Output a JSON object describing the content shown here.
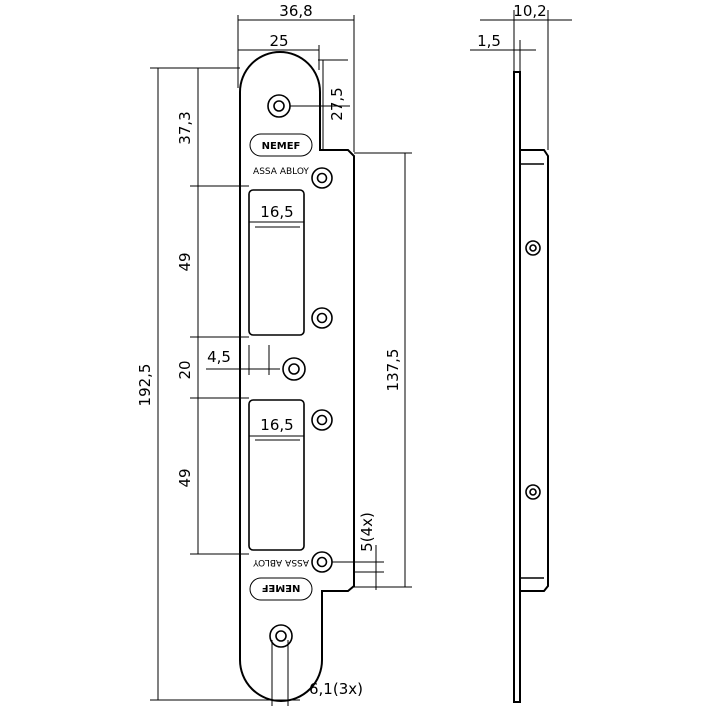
{
  "dimensions": {
    "top_width": "36,8",
    "inner_width": "25",
    "top_height": "37,3",
    "hole_offset": "27,5",
    "upper_slot_height": "49",
    "slot_width_upper": "16,5",
    "middle_gap": "20",
    "small_offset": "4,5",
    "slot_width_lower": "16,5",
    "lower_slot_height": "49",
    "total_height": "192,5",
    "flange_height": "137,5",
    "hole_spacing": "5(4x)",
    "hole_diameter": "6,1(3x)",
    "side_depth": "10,2",
    "side_thickness": "1,5"
  },
  "labels": {
    "brand": "NEMEF",
    "maker": "ASSA ABLOY"
  },
  "colors": {
    "line": "#000000",
    "background": "#ffffff"
  }
}
